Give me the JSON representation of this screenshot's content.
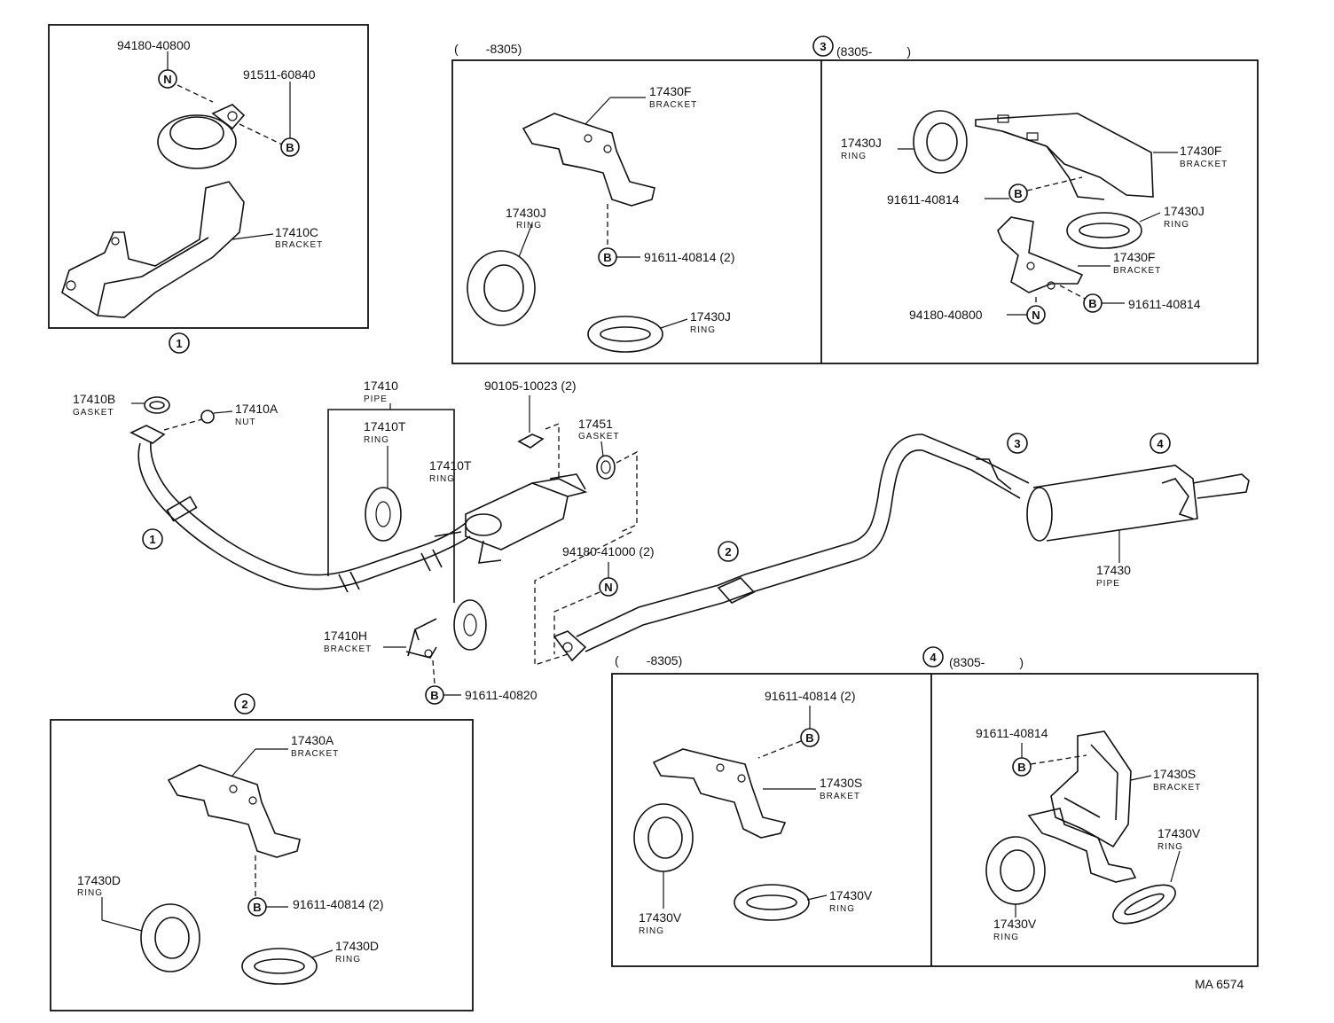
{
  "diagram": {
    "code": "MA 6574",
    "boxes": {
      "box1": {
        "callout": "1",
        "parts": [
          {
            "id": "n1",
            "num": "94180-40800",
            "name": "",
            "sym": "N"
          },
          {
            "id": "b1",
            "num": "91511-60840",
            "name": "",
            "sym": "B"
          },
          {
            "id": "p1",
            "num": "17410C",
            "name": "BRACKET"
          }
        ]
      },
      "box_top_a": {
        "range": "(        -8305)",
        "parts": [
          {
            "id": "f1",
            "num": "17430F",
            "name": "BRACKET"
          },
          {
            "id": "j1",
            "num": "17430J",
            "name": "RING"
          },
          {
            "id": "b2",
            "num": "91611-40814 (2)",
            "sym": "B"
          },
          {
            "id": "j2",
            "num": "17430J",
            "name": "RING"
          }
        ]
      },
      "box3": {
        "callout": "3",
        "range": "(8305-          )",
        "parts": [
          {
            "id": "j3",
            "num": "17430J",
            "name": "RING"
          },
          {
            "id": "f2",
            "num": "17430F",
            "name": "BRACKET"
          },
          {
            "id": "b3",
            "num": "91611-40814",
            "sym": "B"
          },
          {
            "id": "j4",
            "num": "17430J",
            "name": "RING"
          },
          {
            "id": "f3",
            "num": "17430F",
            "name": "BRACKET"
          },
          {
            "id": "n2",
            "num": "94180-40800",
            "sym": "N"
          },
          {
            "id": "b4",
            "num": "91611-40814",
            "sym": "B"
          }
        ]
      },
      "box2": {
        "callout": "2",
        "parts": [
          {
            "id": "a1",
            "num": "17430A",
            "name": "BRACKET"
          },
          {
            "id": "d1",
            "num": "17430D",
            "name": "RING"
          },
          {
            "id": "b5",
            "num": "91611-40814 (2)",
            "sym": "B"
          },
          {
            "id": "d2",
            "num": "17430D",
            "name": "RING"
          }
        ]
      },
      "box_bot_a": {
        "range": "(        -8305)",
        "parts": [
          {
            "id": "b6",
            "num": "91611-40814 (2)",
            "sym": "B"
          },
          {
            "id": "s1",
            "num": "17430S",
            "name": "BRAKET"
          },
          {
            "id": "v1",
            "num": "17430V",
            "name": "RING"
          },
          {
            "id": "v2",
            "num": "17430V",
            "name": "RING"
          }
        ]
      },
      "box4": {
        "callout": "4",
        "range": "(8305-          )",
        "parts": [
          {
            "id": "b7",
            "num": "91611-40814",
            "sym": "B"
          },
          {
            "id": "s2",
            "num": "17430S",
            "name": "BRACKET"
          },
          {
            "id": "v3",
            "num": "17430V",
            "name": "RING"
          },
          {
            "id": "v4",
            "num": "17430V",
            "name": "RING"
          }
        ]
      }
    },
    "main": {
      "parts": [
        {
          "id": "m1",
          "num": "17410B",
          "name": "GASKET"
        },
        {
          "id": "m2",
          "num": "17410A",
          "name": "NUT"
        },
        {
          "id": "m3",
          "num": "17410",
          "name": "PIPE"
        },
        {
          "id": "m4",
          "num": "17410T",
          "name": "RING"
        },
        {
          "id": "m5",
          "num": "17410T",
          "name": "RING"
        },
        {
          "id": "m6",
          "num": "90105-10023 (2)",
          "name": ""
        },
        {
          "id": "m7",
          "num": "17451",
          "name": "GASKET"
        },
        {
          "id": "m8",
          "num": "94180-41000 (2)",
          "sym": "N"
        },
        {
          "id": "m9",
          "num": "17410H",
          "name": "BRACKET"
        },
        {
          "id": "m10",
          "num": "91611-40820",
          "sym": "B"
        },
        {
          "id": "m11",
          "num": "17430",
          "name": "PIPE"
        }
      ],
      "callouts": [
        "1",
        "2",
        "3",
        "4"
      ]
    }
  }
}
